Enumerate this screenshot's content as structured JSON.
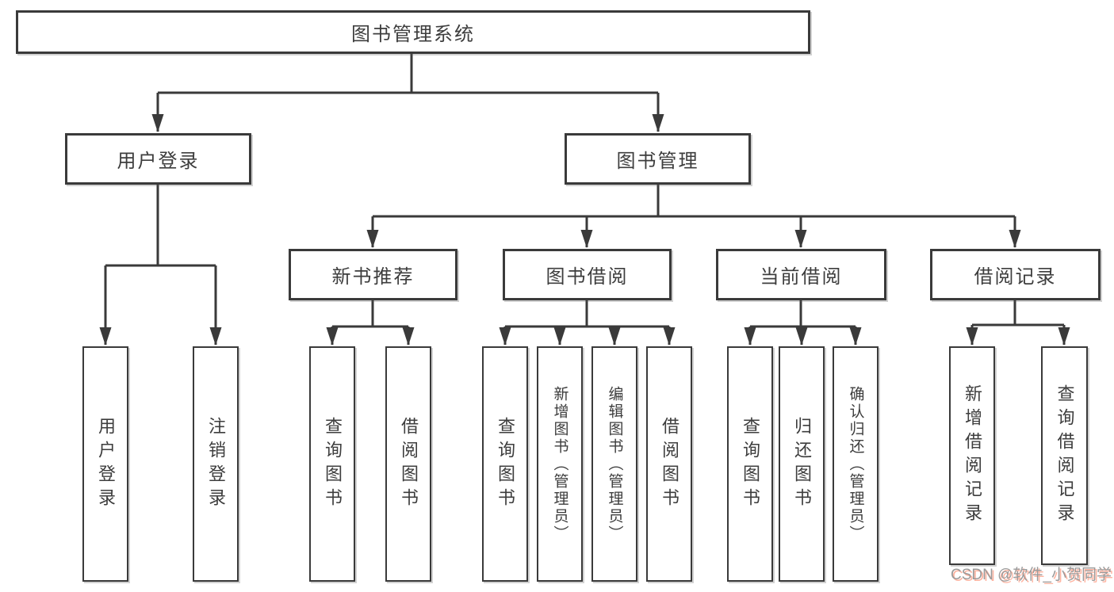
{
  "tree": {
    "root": "图书管理系统",
    "branches": [
      {
        "label": "用户登录",
        "children": [
          "用户登录",
          "注销登录"
        ]
      },
      {
        "label": "图书管理",
        "groups": [
          {
            "label": "新书推荐",
            "children": [
              "查询图书",
              "借阅图书"
            ]
          },
          {
            "label": "图书借阅",
            "children": [
              "查询图书",
              "新增图书（管理员）",
              "编辑图书（管理员）",
              "借阅图书"
            ]
          },
          {
            "label": "当前借阅",
            "children": [
              "查询图书",
              "归还图书",
              "确认归还（管理员）"
            ]
          },
          {
            "label": "借阅记录",
            "children": [
              "新增借阅记录",
              "查询借阅记录"
            ]
          }
        ]
      }
    ]
  },
  "watermark": "CSDN @软件_小贺同学",
  "colors": {
    "line": "#3a3a3a",
    "text": "#3d3d3d",
    "box_background": "#ffffff",
    "watermark_text": "#9a9a9a",
    "watermark_shadow": "#ffb3a0"
  }
}
